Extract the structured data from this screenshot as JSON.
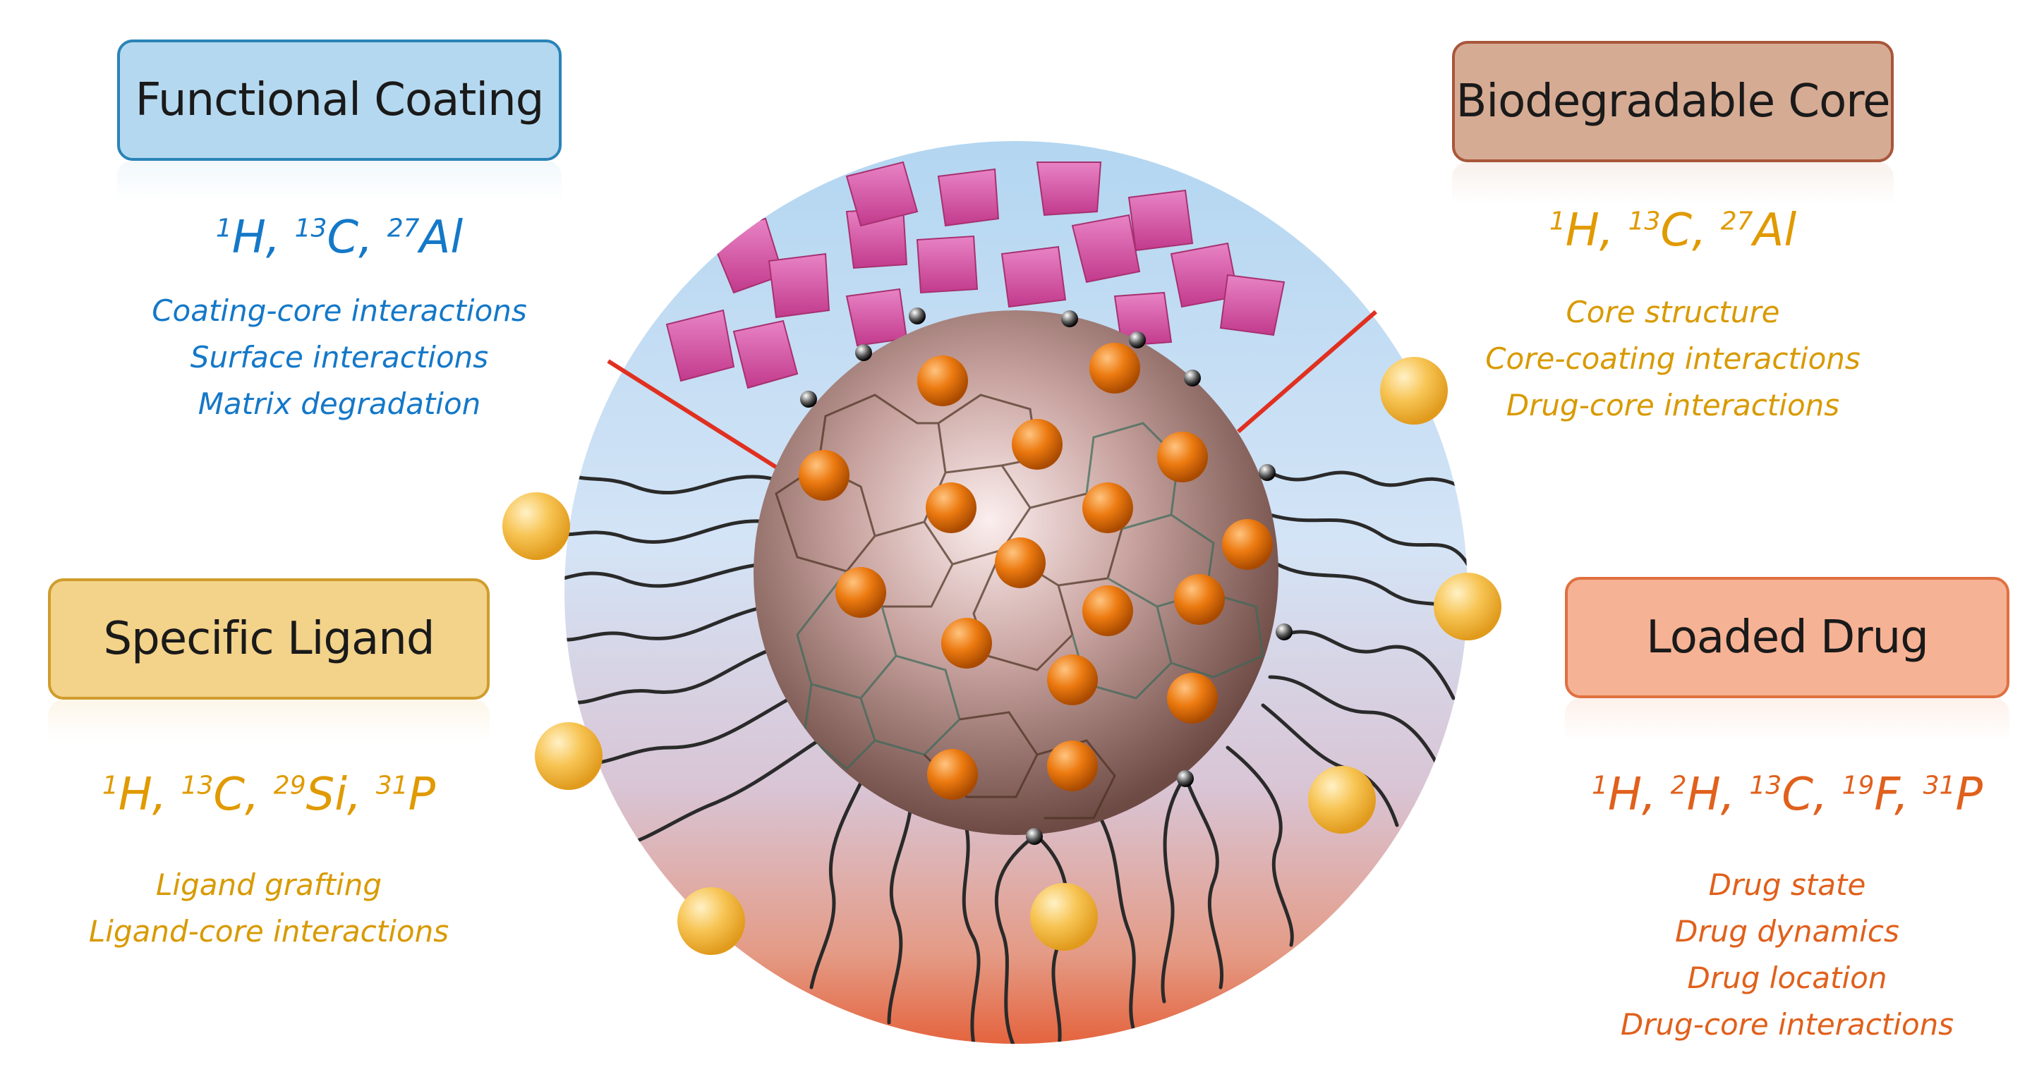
{
  "panels": {
    "functional_coating": {
      "title": "Functional Coating",
      "nuclei": [
        {
          "mass": "1",
          "el": "H"
        },
        {
          "mass": "13",
          "el": "C"
        },
        {
          "mass": "27",
          "el": "Al"
        }
      ],
      "items": [
        "Coating-core interactions",
        "Surface interactions",
        "Matrix degradation"
      ],
      "color": "#1478c8"
    },
    "biodegradable_core": {
      "title": "Biodegradable Core",
      "nuclei": [
        {
          "mass": "1",
          "el": "H"
        },
        {
          "mass": "13",
          "el": "C"
        },
        {
          "mass": "27",
          "el": "Al"
        }
      ],
      "items": [
        "Core structure",
        "Core-coating interactions",
        "Drug-core interactions"
      ],
      "color": "#e09a00"
    },
    "specific_ligand": {
      "title": "Specific Ligand",
      "nuclei": [
        {
          "mass": "1",
          "el": "H"
        },
        {
          "mass": "13",
          "el": "C"
        },
        {
          "mass": "29",
          "el": "Si"
        },
        {
          "mass": "31",
          "el": "P"
        }
      ],
      "items": [
        "Ligand grafting",
        "Ligand-core interactions"
      ],
      "color": "#e09a00"
    },
    "loaded_drug": {
      "title": "Loaded Drug",
      "nuclei": [
        {
          "mass": "1",
          "el": "H"
        },
        {
          "mass": "2",
          "el": "H"
        },
        {
          "mass": "13",
          "el": "C"
        },
        {
          "mass": "19",
          "el": "F"
        },
        {
          "mass": "31",
          "el": "P"
        }
      ],
      "items": [
        "Drug state",
        "Drug dynamics",
        "Drug location",
        "Drug-core interactions"
      ],
      "color": "#e0601c"
    }
  },
  "colors": {
    "shell_top": "#a9d0ee",
    "shell_bottom": "#e06a4a",
    "core": "#8a5a50",
    "drug_sphere": "#e06a00",
    "ligand_sphere": "#f2b030",
    "coating_blocks": "#d6449a",
    "divider": "#e03020"
  }
}
